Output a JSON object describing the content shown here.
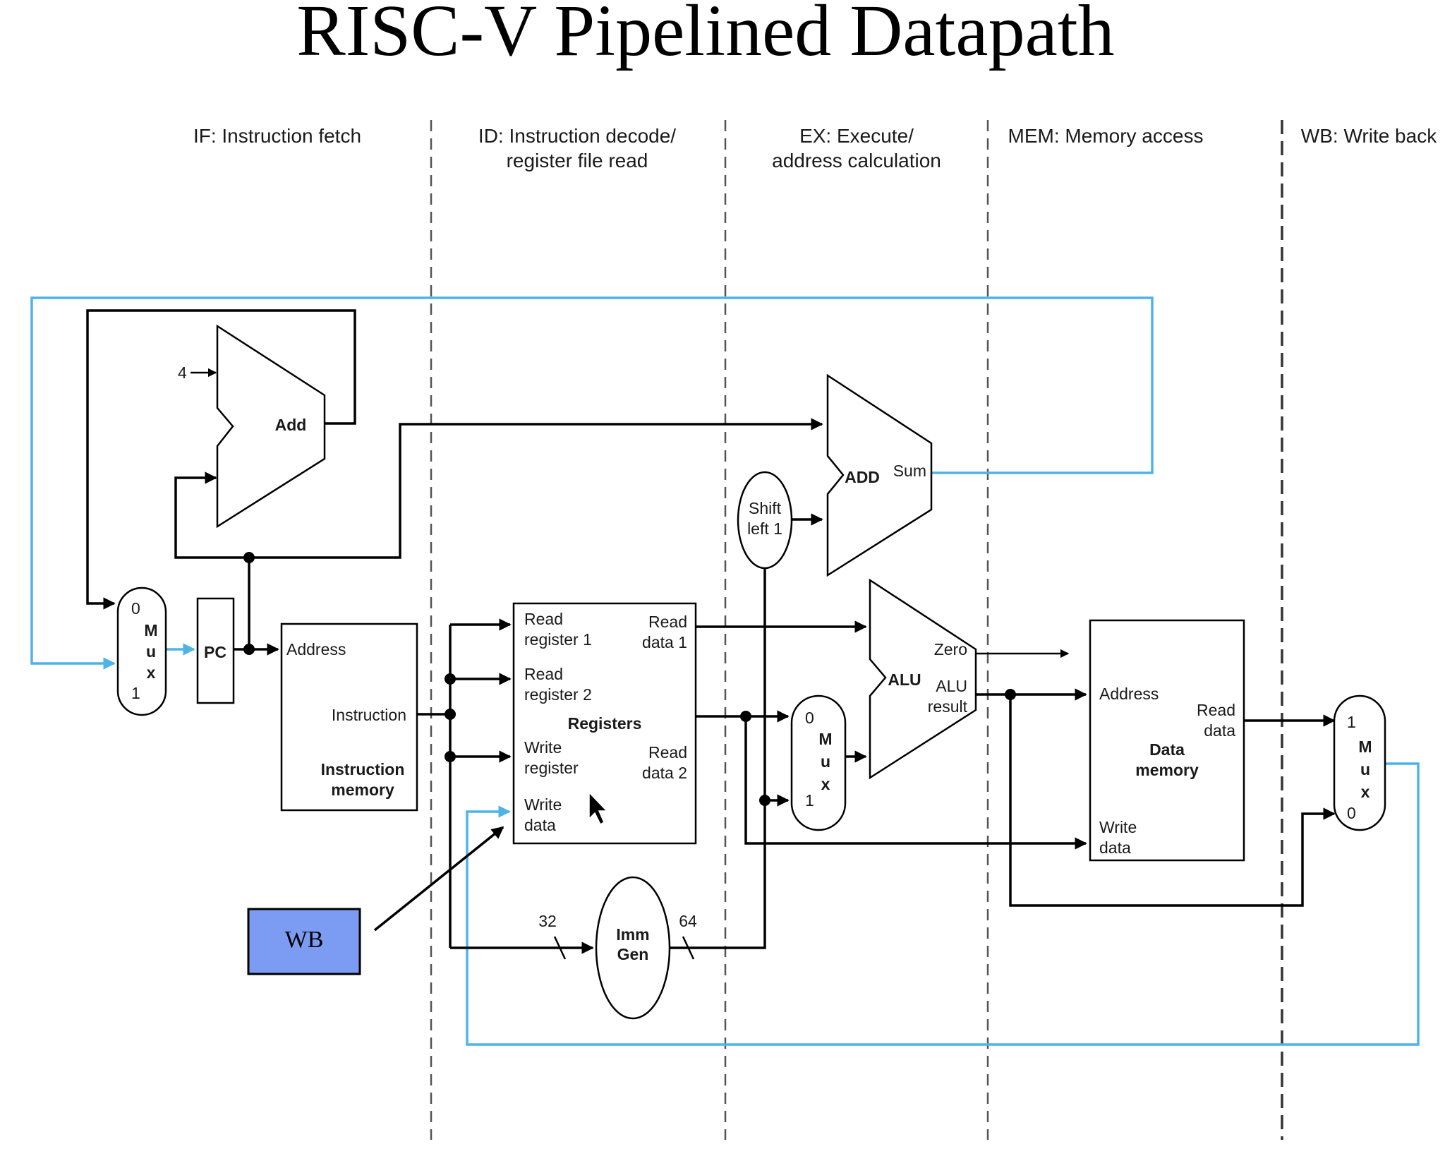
{
  "title": "RISC-V Pipelined Datapath",
  "stages": {
    "if": {
      "line1": "IF: Instruction fetch",
      "line2": ""
    },
    "id": {
      "line1": "ID: Instruction decode/",
      "line2": "register file read"
    },
    "ex": {
      "line1": "EX: Execute/",
      "line2": "address calculation"
    },
    "mem": {
      "line1": "MEM: Memory access",
      "line2": ""
    },
    "wb": {
      "line1": "WB: Write back",
      "line2": ""
    }
  },
  "components": {
    "pc_adder": {
      "label": "Add",
      "const_input": "4"
    },
    "pc_mux": {
      "top": "0",
      "m": "M",
      "u": "u",
      "x": "x",
      "bottom": "1"
    },
    "pc": {
      "label": "PC"
    },
    "imem": {
      "address": "Address",
      "instruction": "Instruction",
      "name1": "Instruction",
      "name2": "memory"
    },
    "registers": {
      "rr1a": "Read",
      "rr1b": "register 1",
      "rr2a": "Read",
      "rr2b": "register 2",
      "wra": "Write",
      "wrb": "register",
      "wda": "Write",
      "wdb": "data",
      "rd1a": "Read",
      "rd1b": "data 1",
      "rd2a": "Read",
      "rd2b": "data 2",
      "name": "Registers"
    },
    "imm_gen": {
      "line1": "Imm",
      "line2": "Gen",
      "in_width": "32",
      "out_width": "64"
    },
    "shift": {
      "line1": "Shift",
      "line2": "left 1"
    },
    "branch_adder": {
      "label": "ADD",
      "sum": "Sum"
    },
    "alu_mux": {
      "top": "0",
      "m": "M",
      "u": "u",
      "x": "x",
      "bottom": "1"
    },
    "alu": {
      "label": "ALU",
      "zero": "Zero",
      "result1": "ALU",
      "result2": "result"
    },
    "dmem": {
      "address": "Address",
      "rd1": "Read",
      "rd2": "data",
      "wd1": "Write",
      "wd2": "data",
      "name1": "Data",
      "name2": "memory"
    },
    "wb_mux": {
      "top": "1",
      "m": "M",
      "u": "u",
      "x": "x",
      "bottom": "0"
    }
  },
  "annotation": {
    "wb_box": "WB"
  },
  "colors": {
    "writeback_path": "#4eb3e6",
    "wb_box_fill": "#7b9cf2"
  }
}
